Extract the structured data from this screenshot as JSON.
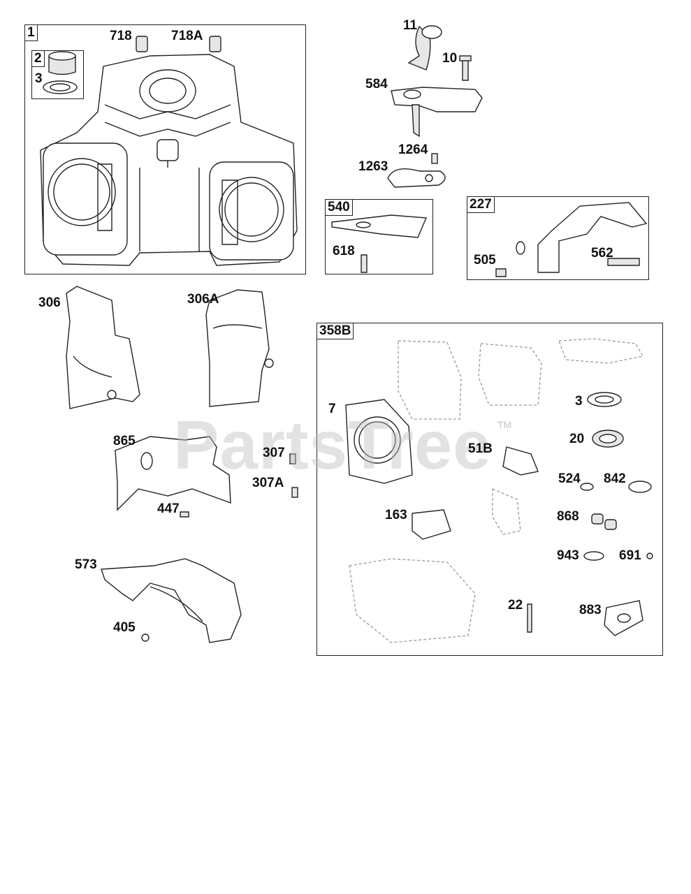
{
  "watermark": {
    "text": "PartsTree",
    "tm": "TM"
  },
  "boxes": {
    "engine_block": "1",
    "sleeve_seal": "2",
    "cover_gasket": "540",
    "bracket": "227",
    "gasket_set": "358B"
  },
  "labels": {
    "p718": "718",
    "p718a": "718A",
    "p3a": "3",
    "p11": "11",
    "p10": "10",
    "p584": "584",
    "p1264": "1264",
    "p1263": "1263",
    "p618": "618",
    "p505": "505",
    "p562": "562",
    "p306": "306",
    "p306a": "306A",
    "p865": "865",
    "p307": "307",
    "p307a": "307A",
    "p447": "447",
    "p573": "573",
    "p405": "405",
    "p7": "7",
    "p51b": "51B",
    "p3b": "3",
    "p20": "20",
    "p524": "524",
    "p842": "842",
    "p163": "163",
    "p868": "868",
    "p943": "943",
    "p691": "691",
    "p22": "22",
    "p883": "883"
  }
}
